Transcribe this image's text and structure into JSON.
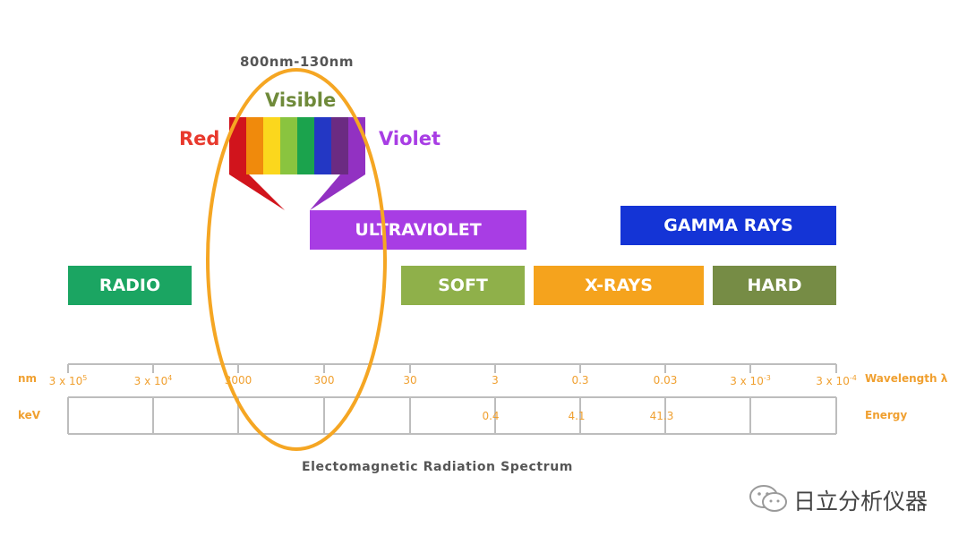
{
  "visible_range": "800nm-130nm",
  "visible_label": "Visible",
  "red_label": "Red",
  "violet_label": "Violet",
  "spectrum_colors": [
    "#d1141c",
    "#f08a0c",
    "#fbd71d",
    "#8ac43f",
    "#1ba34d",
    "#2337c4",
    "#6b2b82",
    "#9231c2"
  ],
  "bands": {
    "radio": "RADIO",
    "ultraviolet": "ULTRAVIOLET",
    "gamma": "GAMMA RAYS",
    "soft": "SOFT",
    "xrays": "X-RAYS",
    "hard": "HARD"
  },
  "axis": {
    "nm_label": "nm",
    "kev_label": "keV",
    "wavelength_label": "Wavelength λ",
    "energy_label": "Energy",
    "wavelength_ticks": [
      {
        "base": "3 x 10",
        "exp": "5"
      },
      {
        "base": "3 x 10",
        "exp": "4"
      },
      {
        "base": "3000",
        "exp": ""
      },
      {
        "base": "300",
        "exp": ""
      },
      {
        "base": "30",
        "exp": ""
      },
      {
        "base": "3",
        "exp": ""
      },
      {
        "base": "0.3",
        "exp": ""
      },
      {
        "base": "0.03",
        "exp": ""
      },
      {
        "base": "3 x 10",
        "exp": "-3"
      },
      {
        "base": "3 x 10",
        "exp": "-4"
      }
    ],
    "energy_ticks": [
      "0.4",
      "4.1",
      "41.3"
    ]
  },
  "caption": "Electomagnetic Radiation Spectrum",
  "watermark": "日立分析仪器",
  "colors": {
    "radio": "#1ba562",
    "ultraviolet": "#a83de4",
    "gamma": "#1434d6",
    "soft": "#8fb04a",
    "xrays": "#f5a31d",
    "hard": "#768c45",
    "highlight_ellipse": "#f5a623",
    "visible_text": "#6f8a3a",
    "red_text": "#e8392d",
    "violet_text": "#a83de4",
    "axis_text": "#f0a030",
    "grid": "#bdbdbd"
  }
}
